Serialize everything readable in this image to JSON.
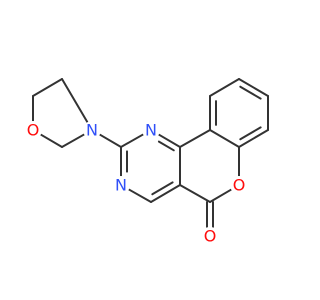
{
  "molecule": {
    "colors": {
      "bond": "#333333",
      "nitrogen": "#3050F8",
      "oxygen": "#FF0D0D"
    },
    "atoms": [
      {
        "id": "morpholine-oxygen",
        "label": "O",
        "element": "O"
      },
      {
        "id": "morpholine-nitrogen",
        "label": "N",
        "element": "N"
      },
      {
        "id": "pyrimidine-nitrogen-1",
        "label": "N",
        "element": "N"
      },
      {
        "id": "pyrimidine-nitrogen-3",
        "label": "N",
        "element": "N"
      },
      {
        "id": "lactone-ring-oxygen",
        "label": "O",
        "element": "O"
      },
      {
        "id": "carbonyl-oxygen",
        "label": "O",
        "element": "O"
      }
    ]
  }
}
